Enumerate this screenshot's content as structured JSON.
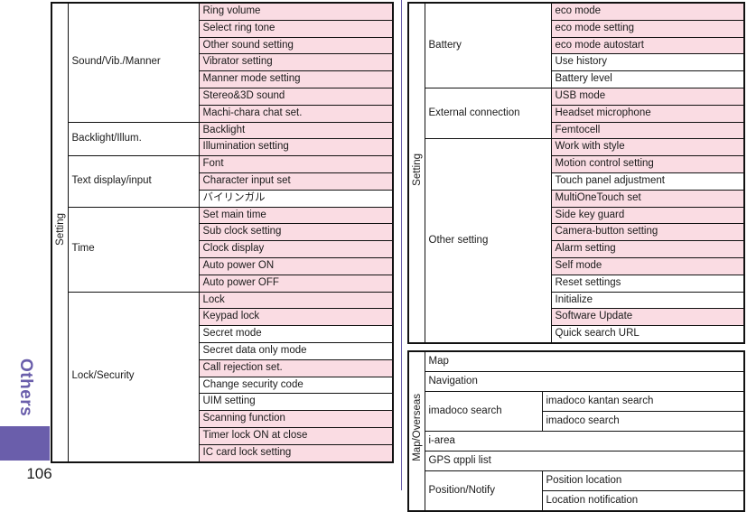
{
  "page": {
    "number": "106",
    "side_tab_label": "Others",
    "accent_purple": "#6a5eab",
    "row_highlight_pink": "#fadce3"
  },
  "tables": [
    {
      "id": "setting-left",
      "group_label": "Setting",
      "categories": [
        {
          "name": "Sound/Vib./Manner",
          "items": [
            {
              "label": "Ring volume",
              "highlight": true
            },
            {
              "label": "Select ring tone",
              "highlight": true
            },
            {
              "label": "Other sound setting",
              "highlight": true
            },
            {
              "label": "Vibrator setting",
              "highlight": true
            },
            {
              "label": "Manner mode setting",
              "highlight": true
            },
            {
              "label": "Stereo&3D sound",
              "highlight": true
            },
            {
              "label": "Machi-chara chat set.",
              "highlight": true
            }
          ]
        },
        {
          "name": "Backlight/Illum.",
          "items": [
            {
              "label": "Backlight",
              "highlight": true
            },
            {
              "label": "Illumination setting",
              "highlight": true
            }
          ]
        },
        {
          "name": "Text display/input",
          "items": [
            {
              "label": "Font",
              "highlight": true
            },
            {
              "label": "Character input set",
              "highlight": true
            },
            {
              "label": "バイリンガル",
              "highlight": false
            }
          ]
        },
        {
          "name": "Time",
          "items": [
            {
              "label": "Set main time",
              "highlight": true
            },
            {
              "label": "Sub clock setting",
              "highlight": true
            },
            {
              "label": "Clock display",
              "highlight": true
            },
            {
              "label": "Auto power ON",
              "highlight": true
            },
            {
              "label": "Auto power OFF",
              "highlight": true
            }
          ]
        },
        {
          "name": "Lock/Security",
          "items": [
            {
              "label": "Lock",
              "highlight": true
            },
            {
              "label": "Keypad lock",
              "highlight": true
            },
            {
              "label": "Secret mode",
              "highlight": false
            },
            {
              "label": "Secret data only mode",
              "highlight": false
            },
            {
              "label": "Call rejection set.",
              "highlight": true
            },
            {
              "label": "Change security code",
              "highlight": false
            },
            {
              "label": "UIM setting",
              "highlight": false
            },
            {
              "label": "Scanning function",
              "highlight": true
            },
            {
              "label": "Timer lock ON at close",
              "highlight": true
            },
            {
              "label": "IC card lock setting",
              "highlight": true
            }
          ]
        }
      ]
    },
    {
      "id": "setting-right",
      "group_label": "Setting",
      "categories": [
        {
          "name": "Battery",
          "items": [
            {
              "label": "eco mode",
              "highlight": true
            },
            {
              "label": "eco mode setting",
              "highlight": true
            },
            {
              "label": "eco mode autostart",
              "highlight": true
            },
            {
              "label": "Use history",
              "highlight": false
            },
            {
              "label": "Battery level",
              "highlight": false
            }
          ]
        },
        {
          "name": "External connection",
          "items": [
            {
              "label": "USB mode",
              "highlight": true
            },
            {
              "label": "Headset microphone",
              "highlight": true
            },
            {
              "label": "Femtocell",
              "highlight": true
            }
          ]
        },
        {
          "name": "Other setting",
          "items": [
            {
              "label": "Work with style",
              "highlight": true
            },
            {
              "label": "Motion control setting",
              "highlight": true
            },
            {
              "label": "Touch panel adjustment",
              "highlight": false
            },
            {
              "label": "MultiOneTouch set",
              "highlight": true
            },
            {
              "label": "Side key guard",
              "highlight": true
            },
            {
              "label": "Camera-button setting",
              "highlight": true
            },
            {
              "label": "Alarm setting",
              "highlight": true
            },
            {
              "label": "Self mode",
              "highlight": true
            },
            {
              "label": "Reset settings",
              "highlight": false
            },
            {
              "label": "Initialize",
              "highlight": false
            },
            {
              "label": "Software Update",
              "highlight": true
            },
            {
              "label": "Quick search URL",
              "highlight": false
            }
          ]
        }
      ]
    },
    {
      "id": "map",
      "group_label": "Map/Overseas",
      "categories": [
        {
          "name": "Map",
          "span_full": true,
          "items": []
        },
        {
          "name": "Navigation",
          "span_full": true,
          "items": []
        },
        {
          "name": "imadoco search",
          "items": [
            {
              "label": "imadoco kantan search",
              "highlight": false
            },
            {
              "label": "imadoco search",
              "highlight": false
            }
          ]
        },
        {
          "name": "i-area",
          "span_full": true,
          "items": []
        },
        {
          "name": "GPS αppli list",
          "span_full": true,
          "items": []
        },
        {
          "name": "Position/Notify",
          "items": [
            {
              "label": "Position location",
              "highlight": false
            },
            {
              "label": "Location notification",
              "highlight": false
            }
          ]
        }
      ]
    }
  ]
}
